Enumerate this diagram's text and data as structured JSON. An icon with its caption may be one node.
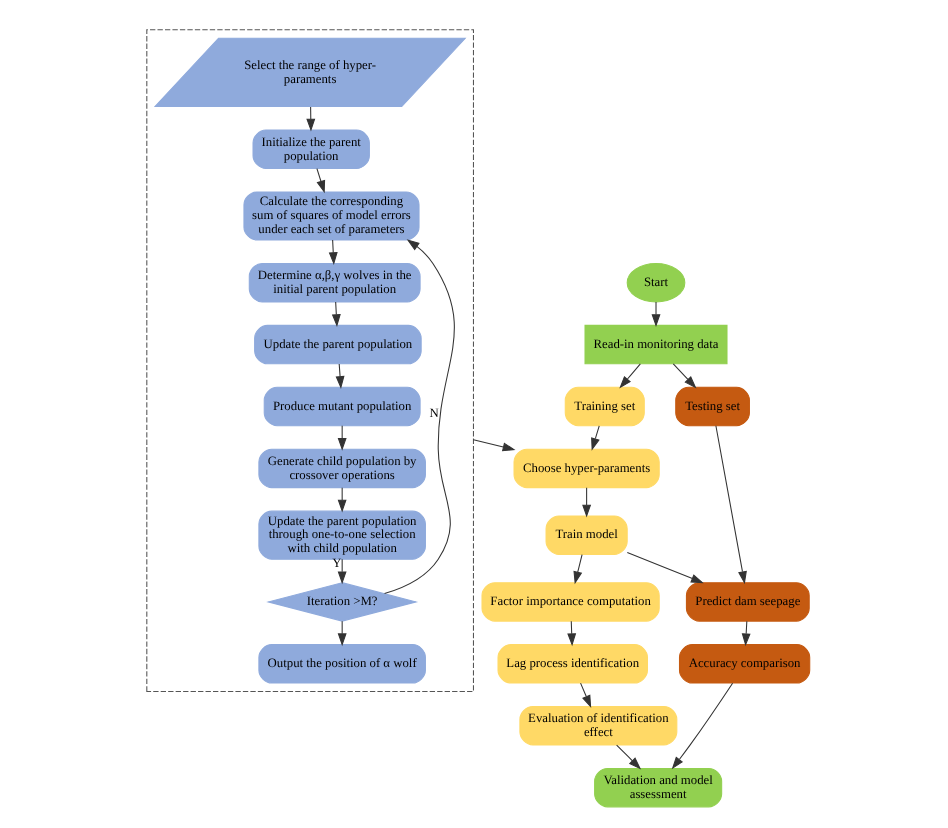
{
  "diagram": {
    "nodes": [
      {
        "text": [],
        "shape": "box"
      },
      {
        "text": [
          "Select the range of hyper-paraments"
        ],
        "in": 0
      },
      {
        "text": [
          "Initialize the parent population"
        ],
        "in": 0
      },
      {
        "text": [
          "Calculate the corresponding sum of squares of model errors under each set of parameters"
        ],
        "in": 0
      },
      {
        "text": [
          "Determine α,β,γ wolves in the initial parent population"
        ],
        "in": 0
      },
      {
        "text": [
          "Update the parent population"
        ],
        "in": 0
      },
      {
        "text": [
          "Produce mutant population"
        ],
        "in": 0
      },
      {
        "text": [
          "Generate child population by crossover operations"
        ],
        "in": 0
      },
      {
        "text": [
          "Update the parent population through one-to-one selection with child population"
        ],
        "in": 0
      },
      {
        "text": [
          "Iteration >M?"
        ],
        "in": 0
      },
      {
        "text": [
          "Output the position of α wolf"
        ],
        "in": 0
      },
      {
        "text": [
          "Start"
        ]
      },
      {
        "text": [
          "Read-in monitoring data"
        ]
      },
      {
        "text": [
          "Training set"
        ]
      },
      {
        "text": [
          "Testing set"
        ]
      },
      {
        "text": [
          "Choose hyper-paraments"
        ]
      },
      {
        "text": [
          "Train model"
        ]
      },
      {
        "text": [
          "Predict dam seepage"
        ]
      },
      {
        "text": [
          "Factor importance computation"
        ]
      },
      {
        "text": [
          "Lag process identification"
        ]
      },
      {
        "text": [
          "Evaluation of identification effect"
        ]
      },
      {
        "text": [
          "Accuracy comparison"
        ]
      },
      {
        "text": [
          "Validation and model assessment"
        ]
      }
    ],
    "edges": [
      {
        "from": 1,
        "to": 2,
        "arrow": "to"
      },
      {
        "from": 2,
        "to": 3,
        "arrow": "to"
      },
      {
        "from": 3,
        "to": 4,
        "arrow": "to"
      },
      {
        "from": 4,
        "to": 5,
        "arrow": "to"
      },
      {
        "from": 5,
        "to": 6,
        "arrow": "to"
      },
      {
        "from": 6,
        "to": 7,
        "arrow": "to"
      },
      {
        "from": 7,
        "to": 8,
        "arrow": "to"
      },
      {
        "from": 8,
        "to": 9,
        "arrow": "to",
        "label": "Y"
      },
      {
        "from": 9,
        "to": 3,
        "arrow": "to",
        "label": "N"
      },
      {
        "from": 9,
        "to": 10,
        "arrow": "to"
      },
      {
        "from": 0,
        "to": 15,
        "arrow": "to"
      },
      {
        "from": 11,
        "to": 12,
        "arrow": "to"
      },
      {
        "from": 12,
        "to": 13,
        "arrow": "to"
      },
      {
        "from": 12,
        "to": 14,
        "arrow": "to"
      },
      {
        "from": 13,
        "to": 15,
        "arrow": "to"
      },
      {
        "from": 15,
        "to": 16,
        "arrow": "to"
      },
      {
        "from": 16,
        "to": 17,
        "arrow": "to"
      },
      {
        "from": 16,
        "to": 18,
        "arrow": "to"
      },
      {
        "from": 18,
        "to": 19,
        "arrow": "to"
      },
      {
        "from": 19,
        "to": 20,
        "arrow": "to"
      },
      {
        "from": 14,
        "to": 17,
        "arrow": "to"
      },
      {
        "from": 17,
        "to": 21,
        "arrow": "to"
      },
      {
        "from": 20,
        "to": 22,
        "arrow": "to"
      },
      {
        "from": 21,
        "to": 22,
        "arrow": "to"
      }
    ]
  }
}
